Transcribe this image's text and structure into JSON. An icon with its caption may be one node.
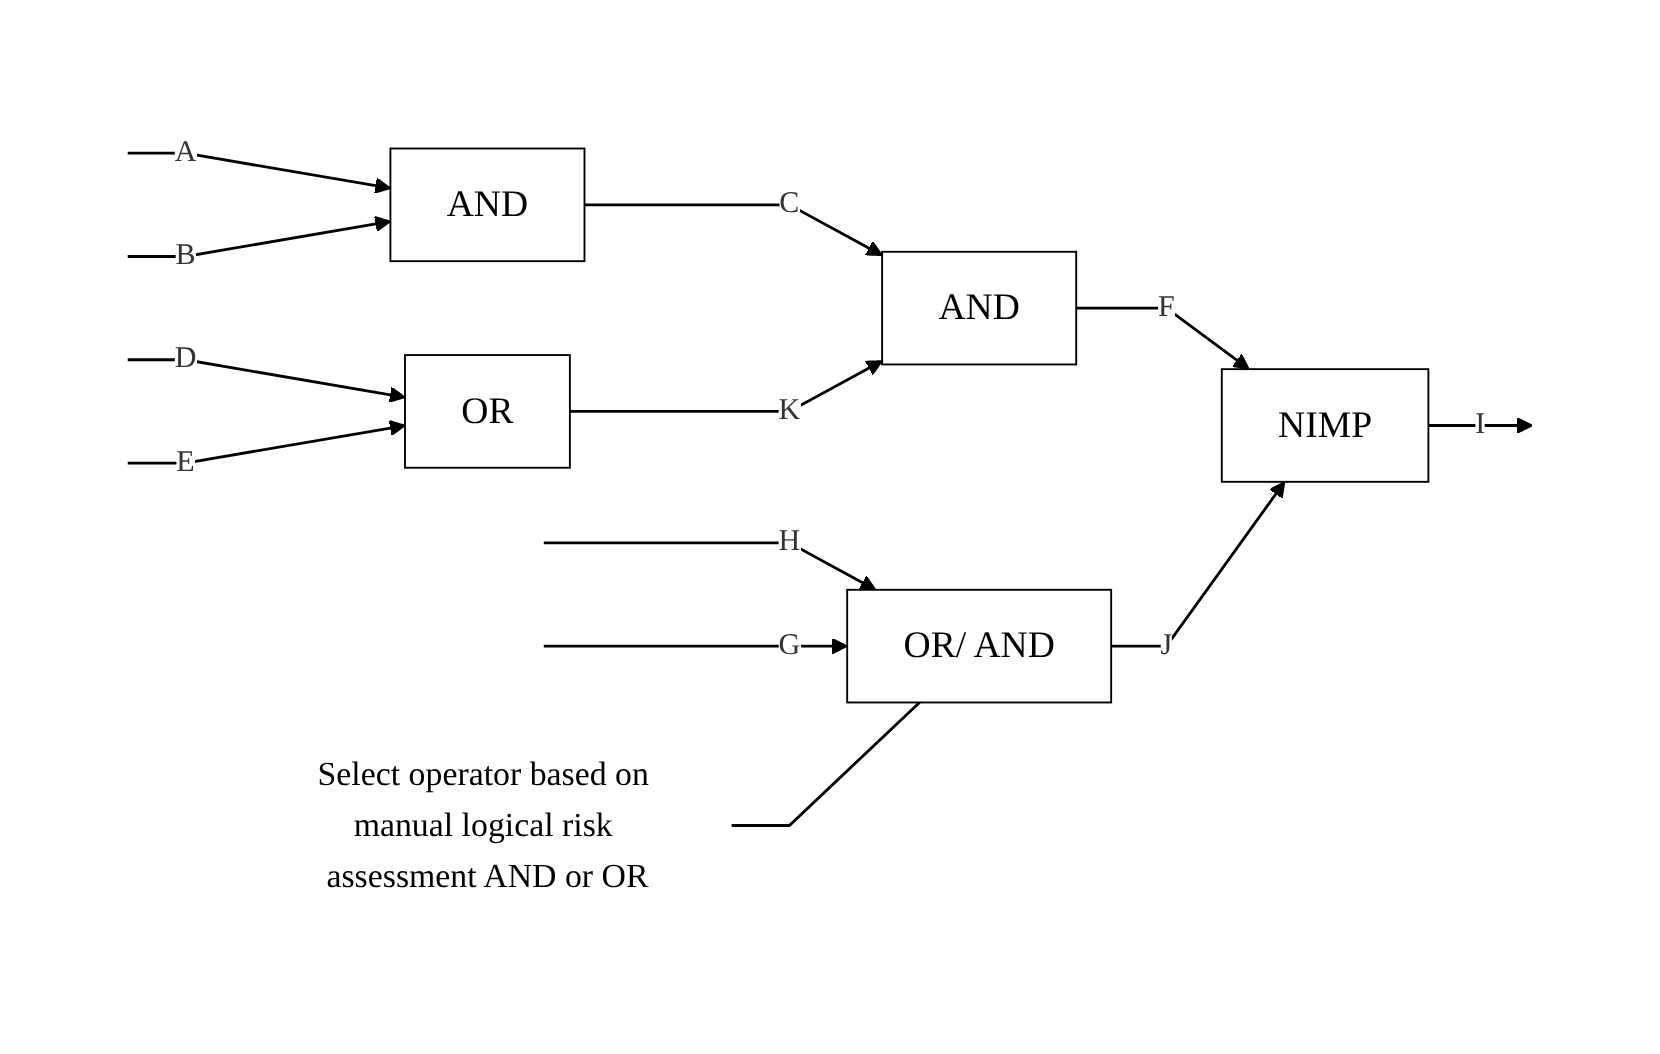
{
  "diagram": {
    "nodes": [
      {
        "text": [
          "AND"
        ]
      },
      {
        "text": [
          "OR"
        ]
      },
      {
        "text": [
          "AND"
        ]
      },
      {
        "text": [
          "OR/ AND"
        ]
      },
      {
        "text": [
          "NIMP"
        ]
      },
      {
        "text": [
          "Select operator based on manual logical risk assessment AND or OR"
        ]
      }
    ],
    "edges": [
      {
        "from": null,
        "to": 0,
        "arrow": "to",
        "label": "A"
      },
      {
        "from": null,
        "to": 0,
        "arrow": "to",
        "label": "B"
      },
      {
        "from": null,
        "to": 1,
        "arrow": "to",
        "label": "D"
      },
      {
        "from": null,
        "to": 1,
        "arrow": "to",
        "label": "E"
      },
      {
        "from": 0,
        "to": 2,
        "arrow": "to",
        "label": "C"
      },
      {
        "from": 1,
        "to": 2,
        "arrow": "to",
        "label": "K"
      },
      {
        "from": 2,
        "to": 4,
        "arrow": "to",
        "label": "F"
      },
      {
        "from": null,
        "to": 3,
        "arrow": "to",
        "label": "H"
      },
      {
        "from": null,
        "to": 3,
        "arrow": "to",
        "label": "G"
      },
      {
        "from": 3,
        "to": 4,
        "arrow": "to",
        "label": "J"
      },
      {
        "from": 4,
        "to": null,
        "arrow": "to",
        "label": "I"
      },
      {
        "from": 5,
        "to": 3,
        "arrow": "none"
      }
    ]
  }
}
